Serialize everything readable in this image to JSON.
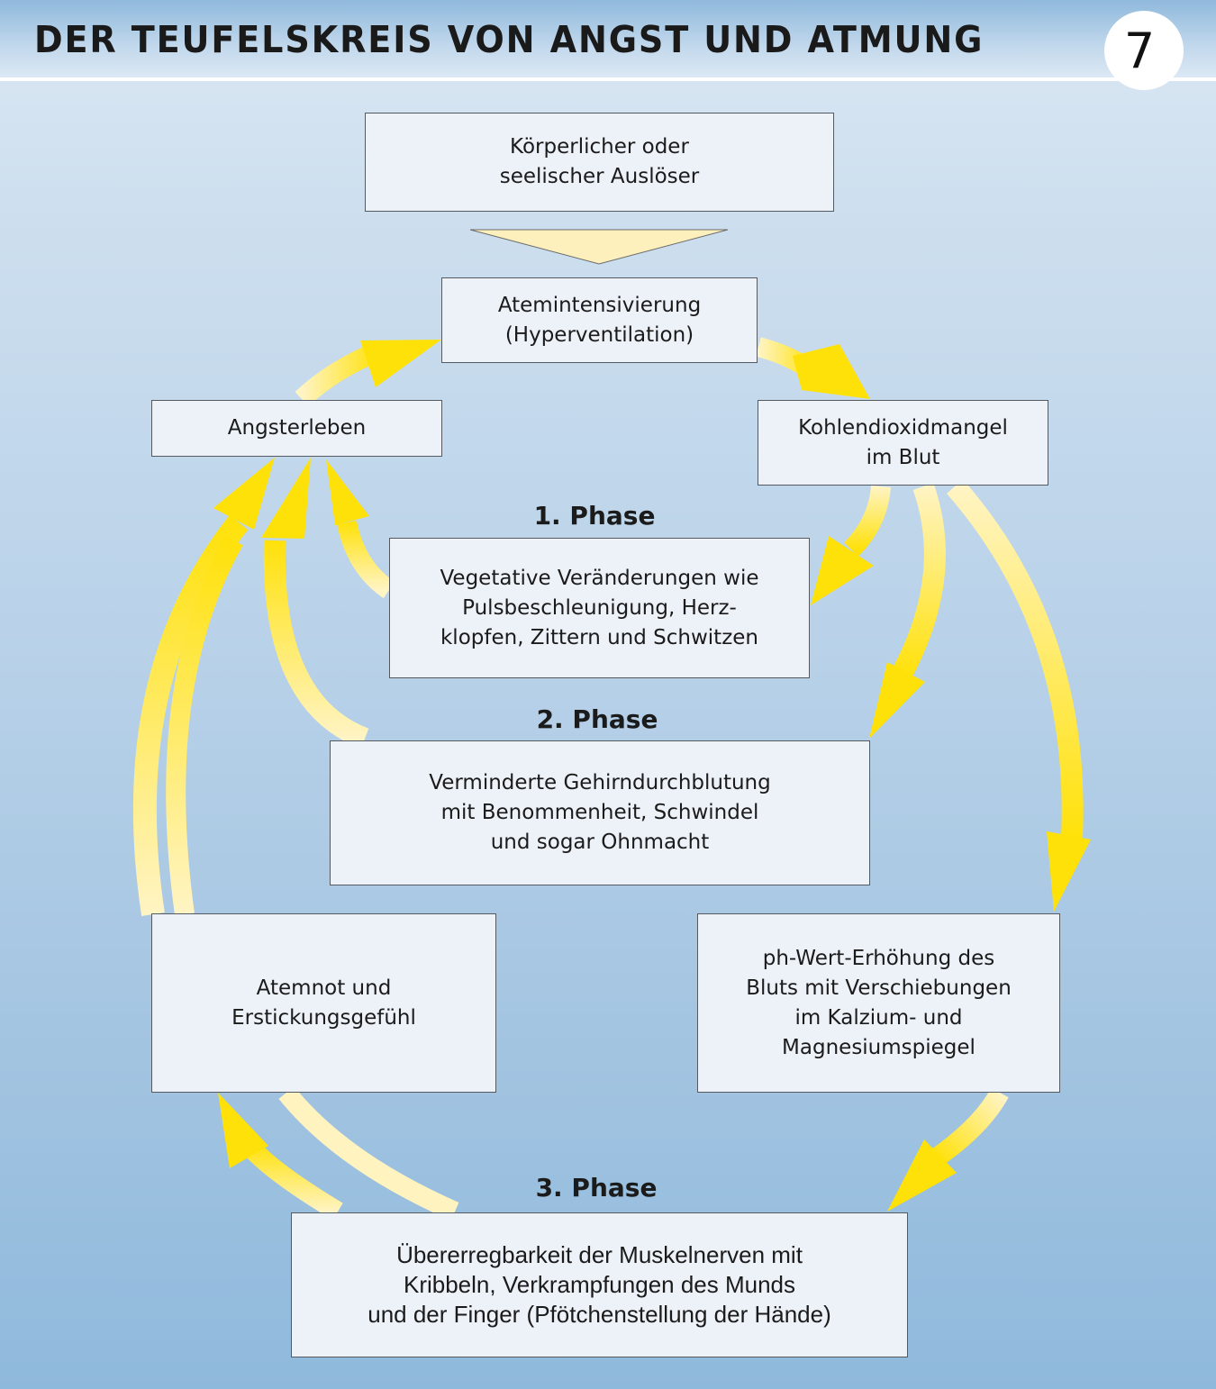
{
  "header": {
    "title": "DER TEUFELSKREIS VON ANGST UND ATMUNG",
    "page_badge": "7"
  },
  "nodes": {
    "trigger": "Körperlicher oder\nseelischer Auslöser",
    "hyperventilation": "Atemintensivierung\n(Hyperventilation)",
    "anxiety": "Angsterleben",
    "co2_deficit": "Kohlendioxidmangel\nim Blut",
    "phase1": "Vegetative Veränderungen wie\nPulsbeschleunigung, Herz-\nklopfen, Zittern und Schwitzen",
    "phase2": "Verminderte Gehirndurchblutung\nmit Benommenheit, Schwindel\nund sogar Ohnmacht",
    "breathlessness": "Atemnot und\nErstickungsgefühl",
    "ph_increase": "ph-Wert-Erhöhung des\nBluts mit Verschiebungen\nim Kalzium- und\nMagnesiumspiegel",
    "phase3": "Übererregbarkeit der Muskelnerven mit\nKribbeln, Verkrampfungen des Munds\nund der Finger (Pfötchenstellung der Hände)"
  },
  "phase_labels": {
    "phase1": "1. Phase",
    "phase2": "2. Phase",
    "phase3": "3. Phase"
  },
  "edges": [
    {
      "from": "trigger",
      "to": "hyperventilation"
    },
    {
      "from": "hyperventilation",
      "to": "co2_deficit"
    },
    {
      "from": "anxiety",
      "to": "hyperventilation"
    },
    {
      "from": "co2_deficit",
      "to": "phase1"
    },
    {
      "from": "co2_deficit",
      "to": "phase2"
    },
    {
      "from": "co2_deficit",
      "to": "ph_increase"
    },
    {
      "from": "ph_increase",
      "to": "phase3"
    },
    {
      "from": "phase1",
      "to": "anxiety"
    },
    {
      "from": "phase2",
      "to": "anxiety"
    },
    {
      "from": "phase3",
      "to": "breathlessness"
    },
    {
      "from": "phase3",
      "to": "anxiety"
    },
    {
      "from": "breathlessness",
      "to": "anxiety"
    }
  ],
  "colors": {
    "arrow_yellow": "#ffe10a",
    "arrow_pale": "#fff3bf",
    "box_fill": "#edf2f9",
    "box_border": "#555a60",
    "trigger_arrow_fill": "#fdf0bd"
  }
}
